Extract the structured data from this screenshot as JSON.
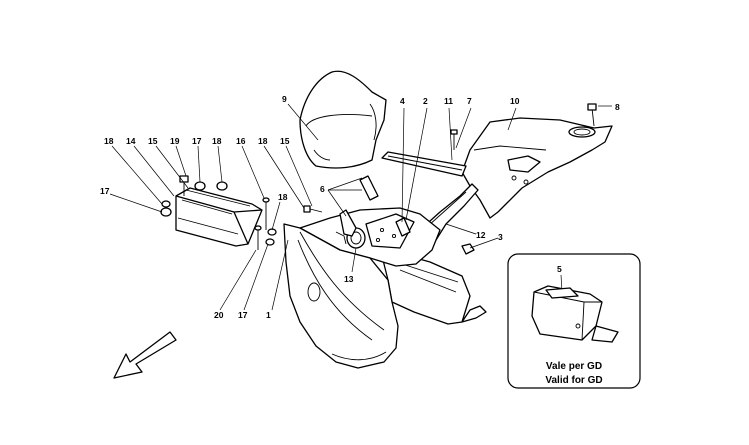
{
  "callouts": {
    "n1": "1",
    "n2": "2",
    "n3": "3",
    "n4": "4",
    "n5": "5",
    "n6": "6",
    "n7": "7",
    "n8": "8",
    "n9": "9",
    "n10": "10",
    "n11": "11",
    "n12": "12",
    "n13": "13",
    "n14": "14",
    "n15": "15",
    "n16": "16",
    "n17": "17",
    "n18": "18",
    "n19": "19",
    "n20": "20"
  },
  "inset": {
    "line1": "Vale per GD",
    "line2": "Valid for GD"
  }
}
